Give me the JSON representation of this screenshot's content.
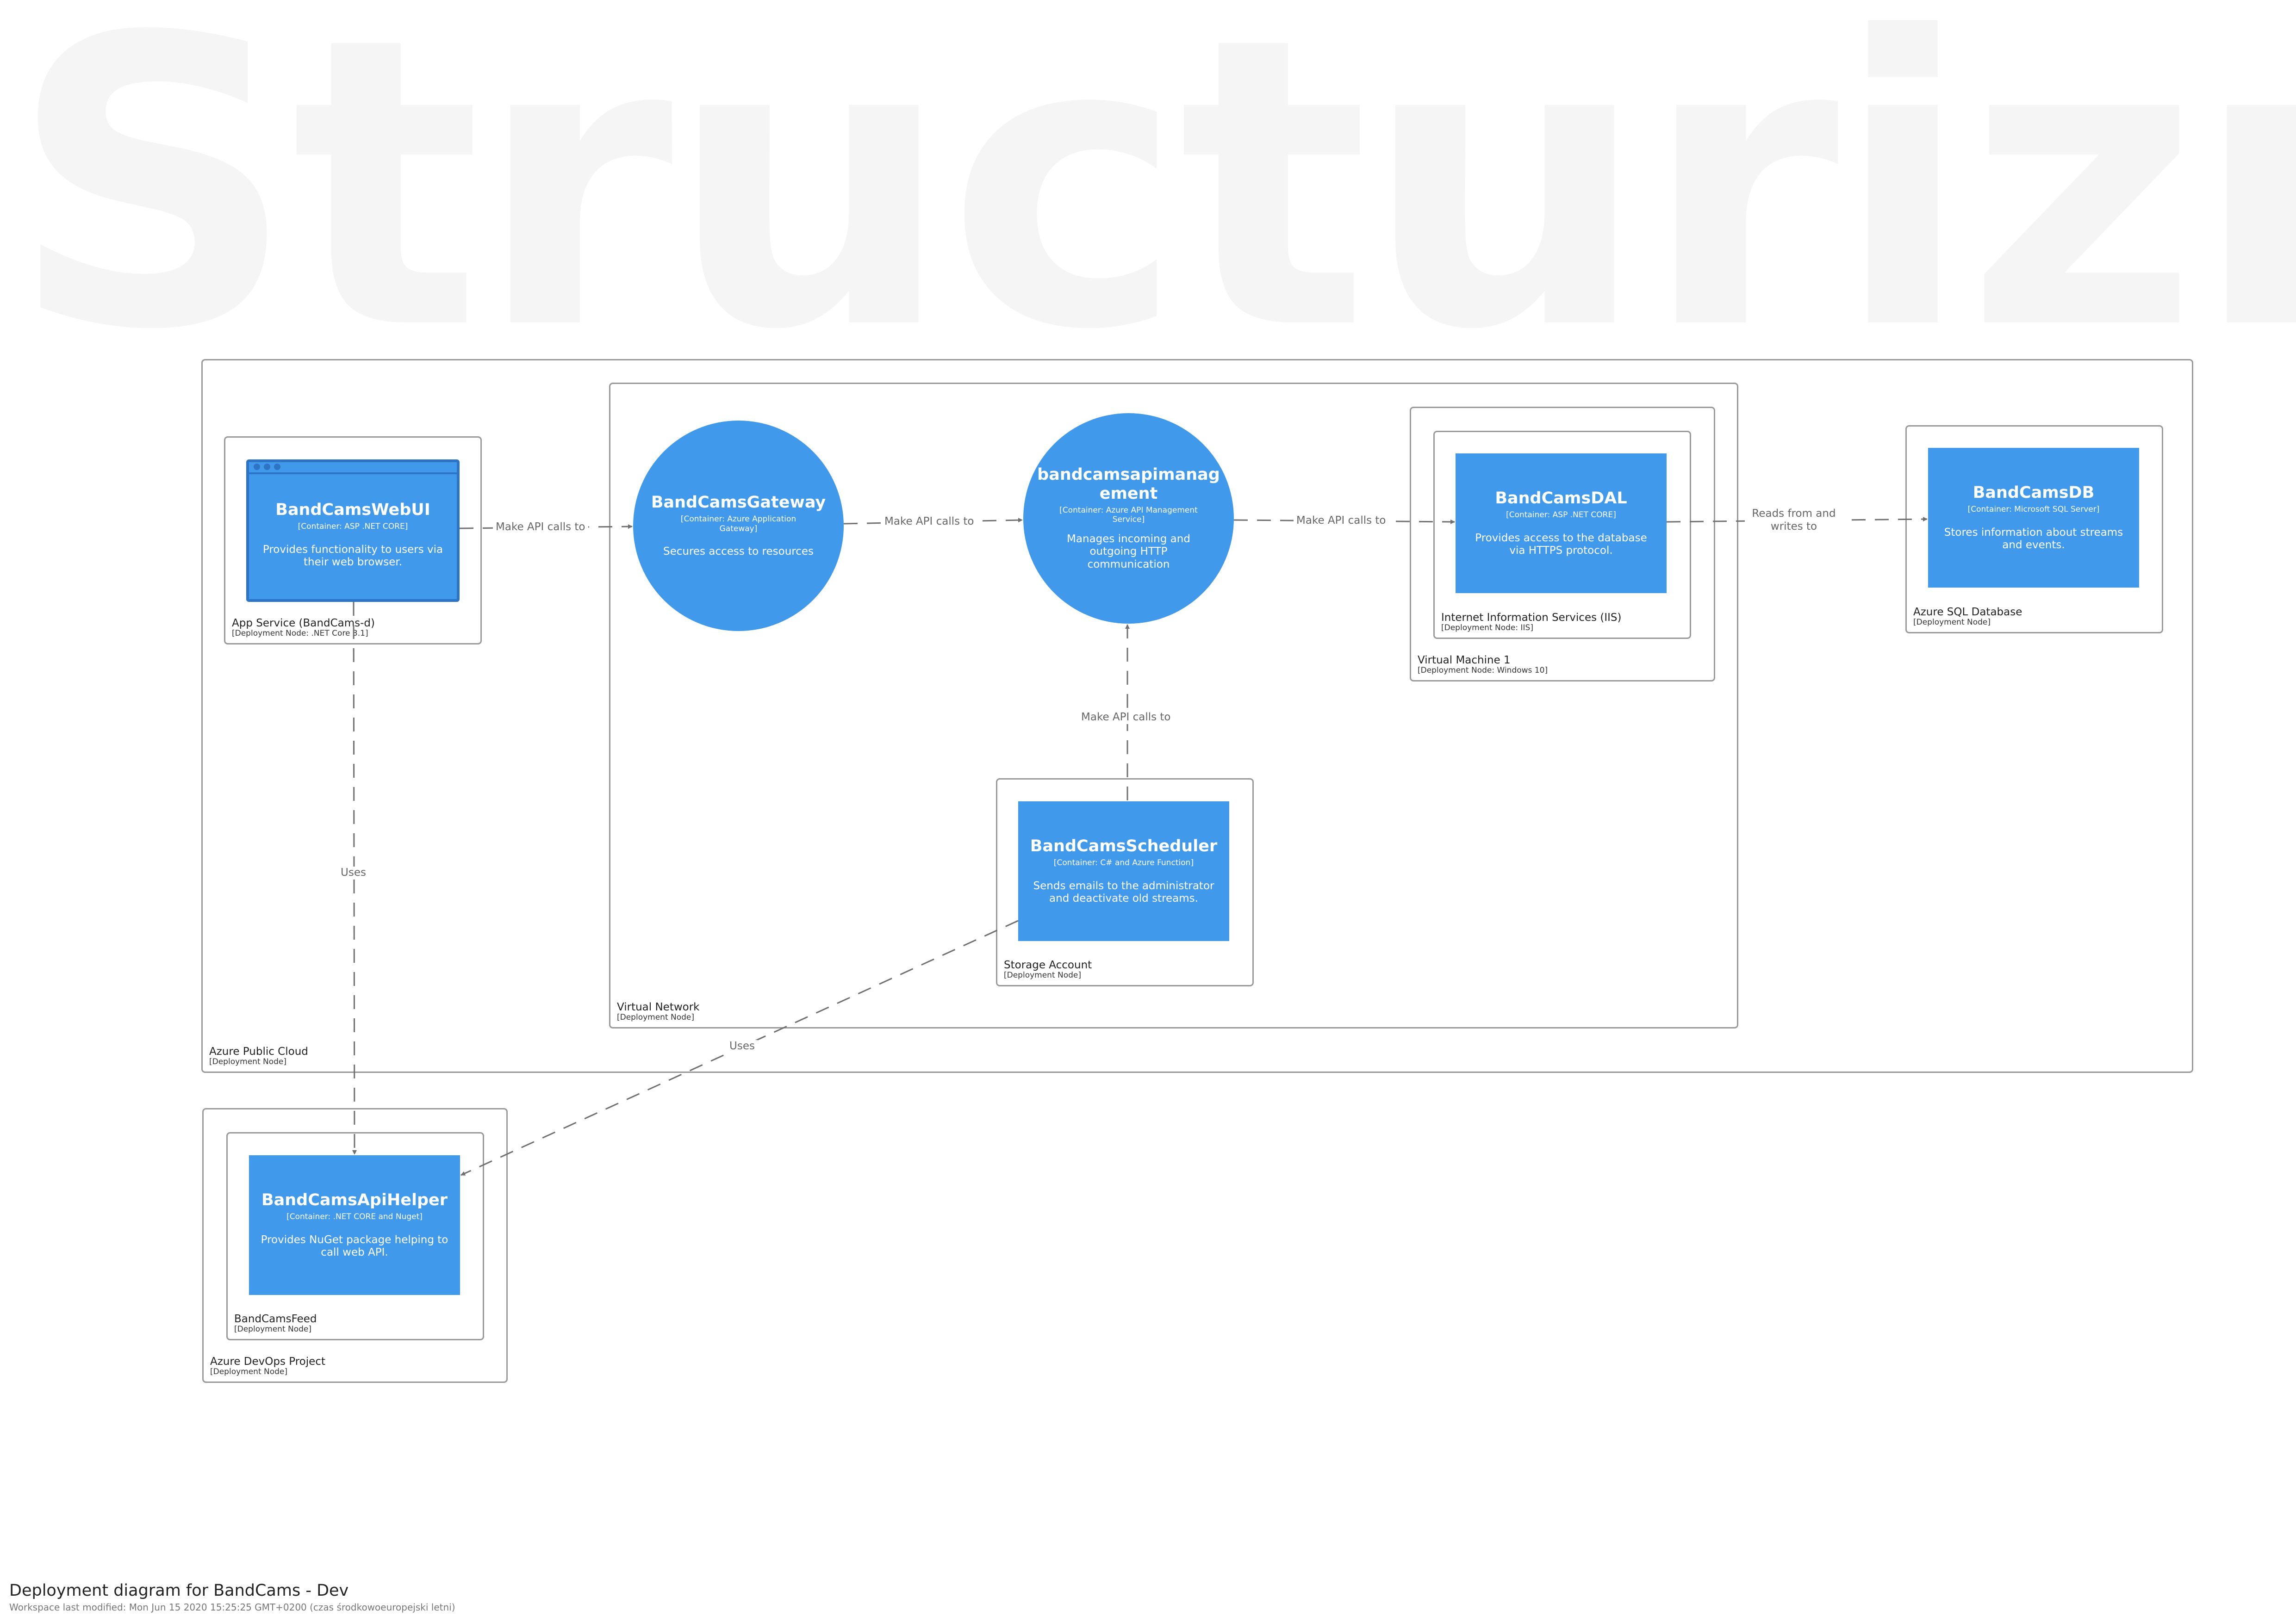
{
  "watermark": "Structurizr",
  "nodes": {
    "azure_public_cloud": {
      "name": "Azure Public Cloud",
      "type": "[Deployment Node]"
    },
    "virtual_network": {
      "name": "Virtual Network",
      "type": "[Deployment Node]"
    },
    "app_service": {
      "name": "App Service (BandCams-d)",
      "type": "[Deployment Node: .NET Core 3.1]"
    },
    "virtual_machine": {
      "name": "Virtual Machine 1",
      "type": "[Deployment Node: Windows 10]"
    },
    "iis": {
      "name": "Internet Information Services (IIS)",
      "type": "[Deployment Node: IIS]"
    },
    "azure_sql": {
      "name": "Azure SQL Database",
      "type": "[Deployment Node]"
    },
    "storage_account": {
      "name": "Storage Account",
      "type": "[Deployment Node]"
    },
    "devops_project": {
      "name": "Azure DevOps Project",
      "type": "[Deployment Node]"
    },
    "bandcams_feed": {
      "name": "BandCamsFeed",
      "type": "[Deployment Node]"
    }
  },
  "containers": {
    "webui": {
      "name": "BandCamsWebUI",
      "type": "[Container: ASP .NET CORE]",
      "desc": "Provides functionality to users via their web browser."
    },
    "gateway": {
      "name": "BandCamsGateway",
      "type": "[Container: Azure Application Gateway]",
      "desc": "Secures access to resources"
    },
    "apim": {
      "name": "bandcamsapimanag ement",
      "type": "[Container: Azure API Management Service]",
      "desc": "Manages incoming and outgoing HTTP communication"
    },
    "dal": {
      "name": "BandCamsDAL",
      "type": "[Container: ASP .NET CORE]",
      "desc": "Provides access to the database via HTTPS protocol."
    },
    "db": {
      "name": "BandCamsDB",
      "type": "[Container: Microsoft SQL Server]",
      "desc": "Stores information about streams and events."
    },
    "scheduler": {
      "name": "BandCamsScheduler",
      "type": "[Container: C# and Azure Function]",
      "desc": "Sends emails to the administrator and deactivate old streams."
    },
    "apihelper": {
      "name": "BandCamsApiHelper",
      "type": "[Container: .NET CORE and Nuget]",
      "desc": "Provides NuGet package helping to call web API."
    }
  },
  "relationships": {
    "webui_gateway": "Make API calls to",
    "gateway_apim": "Make API calls to",
    "apim_dal": "Make API calls to",
    "dal_db": "Reads from and writes to",
    "scheduler_apim": "Make API calls to",
    "webui_apihelper": "Uses",
    "scheduler_apihelper": "Uses"
  },
  "colors": {
    "container": "#4099ea",
    "browser_frame": "#2d74c4",
    "border": "#999999",
    "relationship": "#707070"
  },
  "footer": {
    "title": "Deployment diagram for BandCams - Dev",
    "meta": "Workspace last modified: Mon Jun 15 2020 15:25:25 GMT+0200 (czas środkowoeuropejski letni)"
  }
}
